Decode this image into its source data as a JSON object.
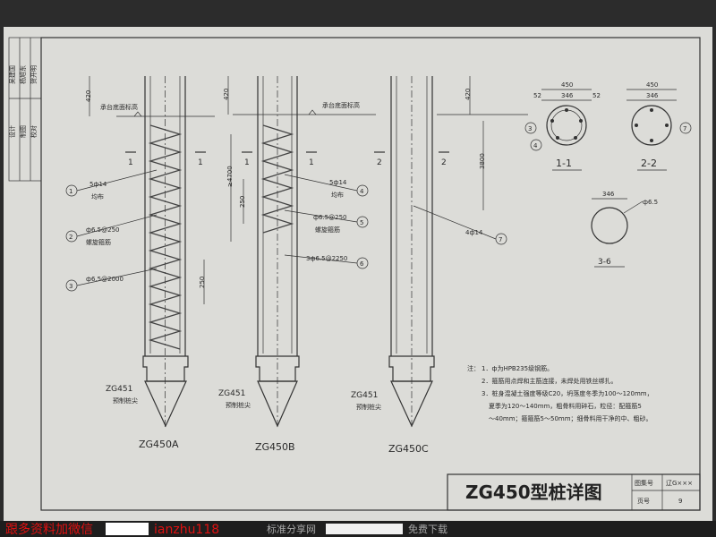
{
  "signature_block": {
    "row_labels": [
      "设计",
      "制图",
      "校对"
    ],
    "sig_labels": [
      "吴建国",
      "杨旭东",
      "贺开明"
    ]
  },
  "piles": [
    {
      "name": "ZG450A",
      "tip_code": "ZG451",
      "tip_label": "预制桩尖",
      "dim_top": "420",
      "level_label": "承台底面标高",
      "section_mark": "1",
      "dim_spiral": "250",
      "callouts": [
        {
          "num": "1",
          "text": "5ф14",
          "sub": "均布"
        },
        {
          "num": "2",
          "text": "ф6.5@250",
          "sub": "螺旋箍筋"
        },
        {
          "num": "3",
          "text": "ф6.5@2000",
          "sub": ""
        }
      ]
    },
    {
      "name": "ZG450B",
      "tip_code": "ZG451",
      "tip_label": "预制桩尖",
      "dim_top": "420",
      "level_label": "承台底面标高",
      "section_mark": "1",
      "dim_long": "≥4700",
      "dim_spiral": "250",
      "callouts": [
        {
          "num": "4",
          "text": "5ф14",
          "sub": "均布"
        },
        {
          "num": "5",
          "text": "ф6.5@250",
          "sub": "螺旋箍筋"
        },
        {
          "num": "6",
          "text": "3ф6.5@2250",
          "sub": ""
        }
      ]
    },
    {
      "name": "ZG450C",
      "tip_code": "ZG451",
      "tip_label": "预制桩尖",
      "dim_top": "420",
      "section_mark": "2",
      "dim_long": "3800",
      "callouts": [
        {
          "num": "7",
          "text": "4ф14",
          "sub": ""
        }
      ]
    }
  ],
  "sections": {
    "s11": {
      "label": "1-1",
      "d_total": "450",
      "d_inner": "346",
      "d_side": "52",
      "markers": [
        "3",
        "4"
      ]
    },
    "s22": {
      "label": "2-2",
      "d_total": "450",
      "d_inner": "346",
      "markers": [
        "7"
      ]
    },
    "s36": {
      "label": "3-6",
      "d_inner": "346",
      "bar": "ф6.5"
    }
  },
  "notes": {
    "heading": "注：",
    "lines": [
      "1．ф为HPB235级钢筋。",
      "2．箍筋用点焊和主筋连接，未焊处用铁丝绑扎。",
      "3．桩身混凝土强度等级C20，坍落度冬季为100～120mm，",
      "夏季为120～140mm，粗骨料用碎石，粒径：配箍筋5",
      "～40mm；箍箍筋5～50mm；细骨料用干净的中、粗砂。"
    ]
  },
  "title_block": {
    "title": "ZG450型桩详图",
    "atlas_label": "图集号",
    "atlas_no": "辽G×××",
    "page_label": "页号",
    "page_no": "9"
  },
  "footer": {
    "left_text": "跟多资料加微信",
    "wechat_id": "ianzhu118",
    "mid_text": "标准分享网",
    "right_text": "免费下载"
  },
  "colors": {
    "paper": "#dcdcd8",
    "ink": "#2a2a2a",
    "footer_red": "#e01010",
    "background": "#2c2c2c"
  }
}
